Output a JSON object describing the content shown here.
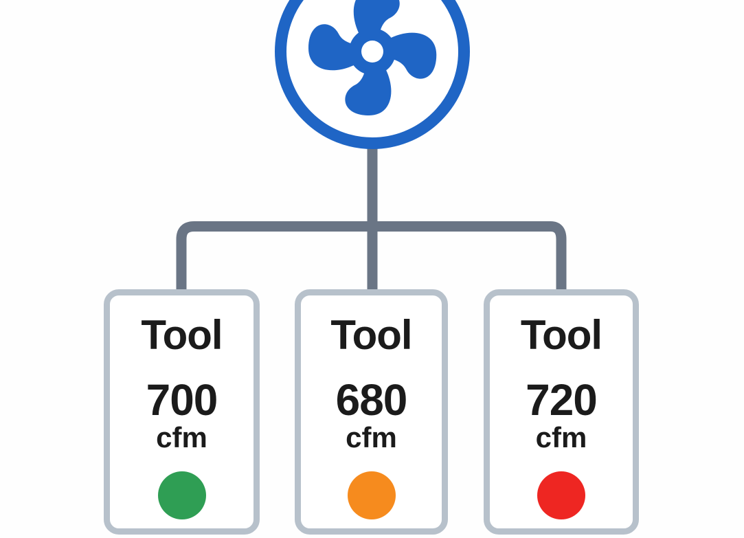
{
  "diagram": {
    "title": "",
    "root": {
      "icon": "fan-icon",
      "description": "exhaust fan"
    },
    "unit_label": "cfm"
  },
  "colors": {
    "fan_blue": "#1f65c5",
    "connector": "#6a7585",
    "card_border": "#b7c1cb",
    "text": "#1b1b1b",
    "status_green": "#2f9e54",
    "status_orange": "#f68b1e",
    "status_red": "#ee2622",
    "background": "#fefefe"
  },
  "tools": [
    {
      "label": "Tool",
      "value": "700",
      "unit": "cfm",
      "status": "green",
      "status_color": "#2f9e54"
    },
    {
      "label": "Tool",
      "value": "680",
      "unit": "cfm",
      "status": "orange",
      "status_color": "#f68b1e"
    },
    {
      "label": "Tool",
      "value": "720",
      "unit": "cfm",
      "status": "red",
      "status_color": "#ee2622"
    }
  ]
}
